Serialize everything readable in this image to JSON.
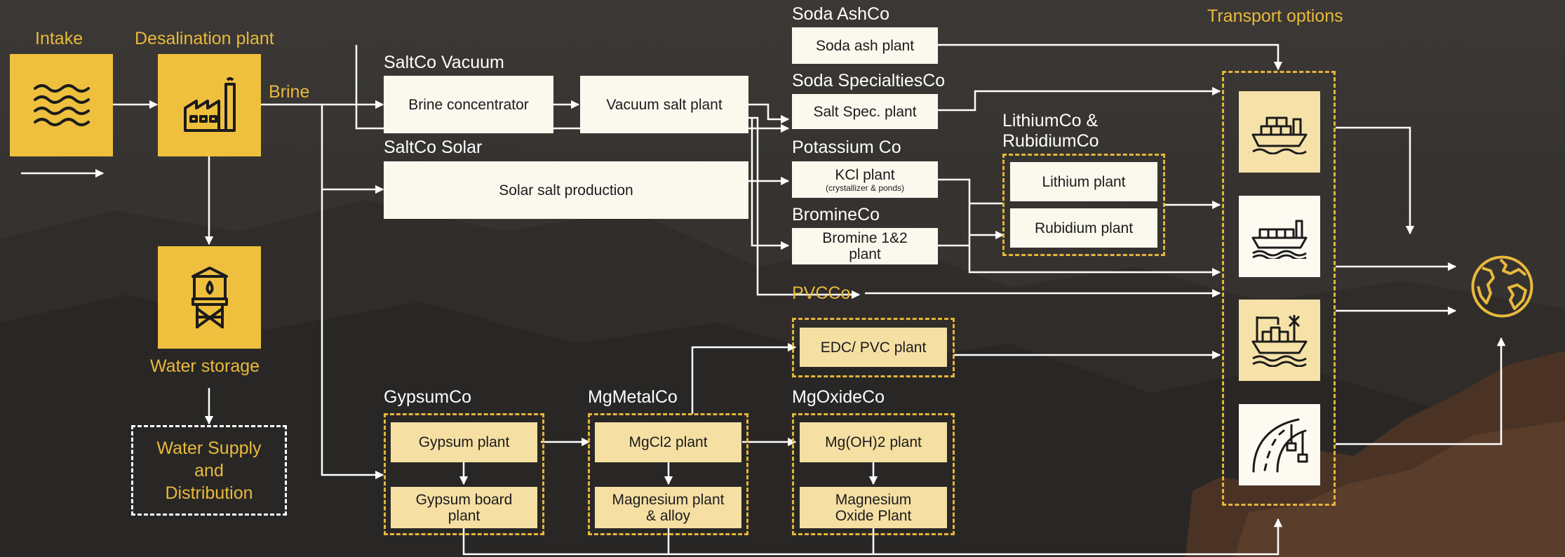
{
  "colors": {
    "gold": "#e9b93c",
    "cream": "#f5dfa3",
    "white_box": "#fbf8ee",
    "line": "#ffffff",
    "background": "#2f2d2a"
  },
  "labels": {
    "intake": "Intake",
    "desalination": "Desalination plant",
    "brine": "Brine",
    "water_storage": "Water storage",
    "water_supply": [
      "Water Supply",
      "and",
      "Distribution"
    ],
    "saltco_vacuum": "SaltCo Vacuum",
    "saltco_solar": "SaltCo Solar",
    "soda_ashco": "Soda AshCo",
    "soda_specialtiesco": "Soda SpecialtiesCo",
    "potassium_co": "Potassium Co",
    "bromineco": "BromineCo",
    "lithium_rubidium": [
      "LithiumCo &",
      "RubidiumCo"
    ],
    "pvcco": "PVCCo",
    "gypsumco": "GypsumCo",
    "mgmetalco": "MgMetalCo",
    "mgoxideco": "MgOxideCo",
    "transport_options": "Transport options"
  },
  "boxes": {
    "brine_concentrator": "Brine concentrator",
    "vacuum_salt": "Vacuum salt plant",
    "solar_salt": "Solar salt production",
    "soda_ash": "Soda ash plant",
    "salt_spec": "Salt Spec. plant",
    "kcl": "KCl plant",
    "kcl_sub": "(crystallizer & ponds)",
    "bromine": [
      "Bromine 1&2",
      "plant"
    ],
    "lithium": "Lithium plant",
    "rubidium": "Rubidium plant",
    "edc_pvc": "EDC/ PVC plant",
    "gypsum": "Gypsum plant",
    "gypsum_board": [
      "Gypsum board",
      "plant"
    ],
    "mgcl2": "MgCl2 plant",
    "magnesium": [
      "Magnesium plant",
      "& alloy"
    ],
    "mgoh2": "Mg(OH)2 plant",
    "mgoxide": [
      "Magnesium",
      "Oxide Plant"
    ]
  },
  "icons": {
    "intake": "water-waves-icon",
    "desalination": "factory-icon",
    "water_storage": "water-tower-icon",
    "transport": [
      "container-ship-icon",
      "cargo-ship-icon",
      "port-ship-icon",
      "road-icon"
    ],
    "destination": "globe-icon"
  }
}
